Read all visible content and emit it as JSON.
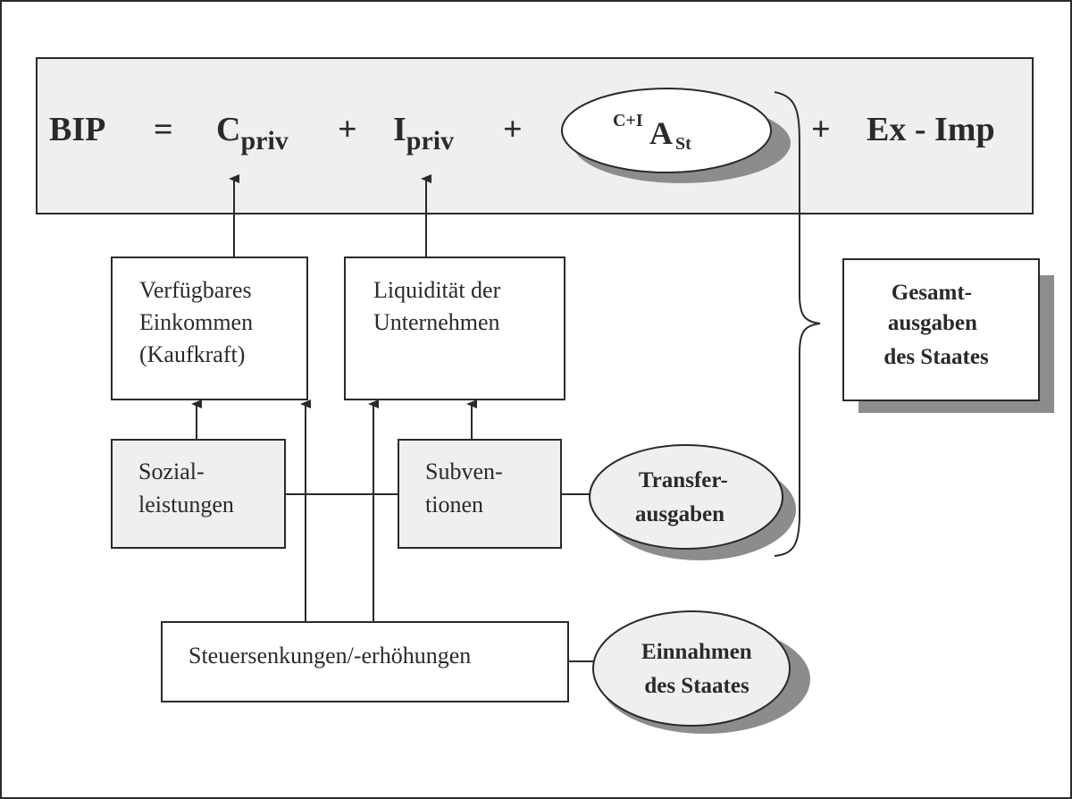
{
  "equation": {
    "bip": "BIP",
    "equals": "=",
    "c_base": "C",
    "c_sub": "priv",
    "plus1": "+",
    "i_base": "I",
    "i_sub": "priv",
    "plus2": "+",
    "ast_sup": "C+I",
    "ast_base": "A",
    "ast_sub": "St",
    "plus3": "+",
    "eximp": "Ex - Imp"
  },
  "boxes": {
    "verfuegbar": [
      "Verfügbares",
      "Einkommen",
      "(Kaufkraft)"
    ],
    "liquiditaet": [
      "Liquidität der",
      "Unternehmen"
    ],
    "sozial": [
      "Sozial-",
      "leistungen"
    ],
    "subventionen": [
      "Subven-",
      "tionen"
    ],
    "steuer": "Steuersenkungen/-erhöhungen",
    "gesamt": [
      "Gesamt-",
      "ausgaben",
      "des Staates"
    ]
  },
  "ellipses": {
    "transfer": [
      "Transfer-",
      "ausgaben"
    ],
    "einnahmen": [
      "Einnahmen",
      "des Staates"
    ]
  },
  "colors": {
    "panel_fill": "#efefef",
    "shadow": "#8c8c8c",
    "stroke": "#2a2a2a"
  }
}
